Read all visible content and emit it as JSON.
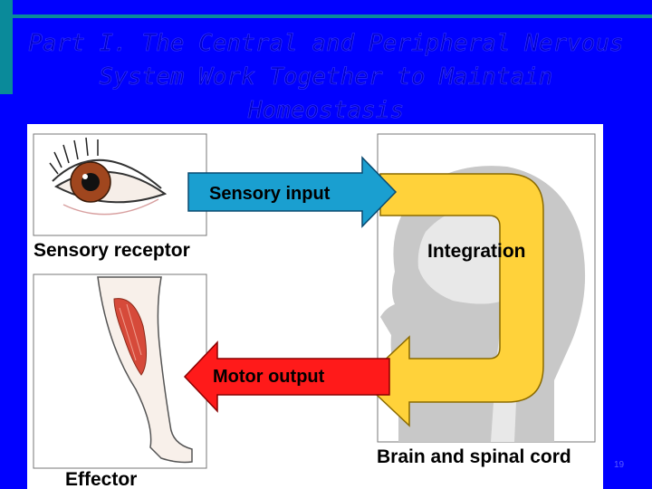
{
  "slide": {
    "title": "Part I. The Central and Peripheral Nervous System Work Together to Maintain Homeostasis",
    "page_number": "19"
  },
  "diagram": {
    "sensory_receptor_label": "Sensory receptor",
    "sensory_input_label": "Sensory input",
    "integration_label": "Integration",
    "motor_output_label": "Motor output",
    "brain_label": "Brain and spinal cord",
    "effector_label": "Effector"
  },
  "colors": {
    "background": "#0000ff",
    "accent": "#0a8a9a",
    "sensory_arrow": "#1a9fd0",
    "motor_arrow": "#ff1a1a",
    "integration_arrow": "#ffd23a"
  }
}
